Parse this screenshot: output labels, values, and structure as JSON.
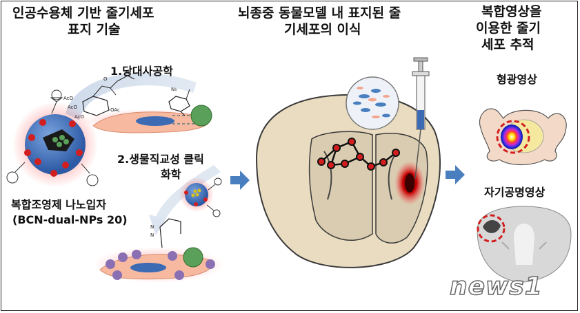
{
  "panels": {
    "left": {
      "title_line1": "인공수용체 기반 줄기세포",
      "title_line2": "표지 기술",
      "step1": "1.당대사공학",
      "step2_line1": "2.생물직교성 클릭",
      "step2_line2": "화학",
      "nanoparticle_line1": "복합조영제 나노입자",
      "nanoparticle_line2": "(BCN-dual-NPs 20)"
    },
    "middle": {
      "title_line1": "뇌종중 동물모델 내 표지된 줄",
      "title_line2": "기세포의 이식"
    },
    "right": {
      "title_line1": "복합영상을",
      "title_line2": "이용한 줄기",
      "title_line3": "세포 추적",
      "fluorescence": "형광영상",
      "mri": "자기공명영상"
    }
  },
  "watermark": "news1",
  "colors": {
    "arrow": "#4a7fbf",
    "brain_fill": "#e9dcc0",
    "cell_fill": "#f7b9a0",
    "nanoparticle_blue": "#3c6bb4",
    "marker_red": "#d21e1e"
  }
}
